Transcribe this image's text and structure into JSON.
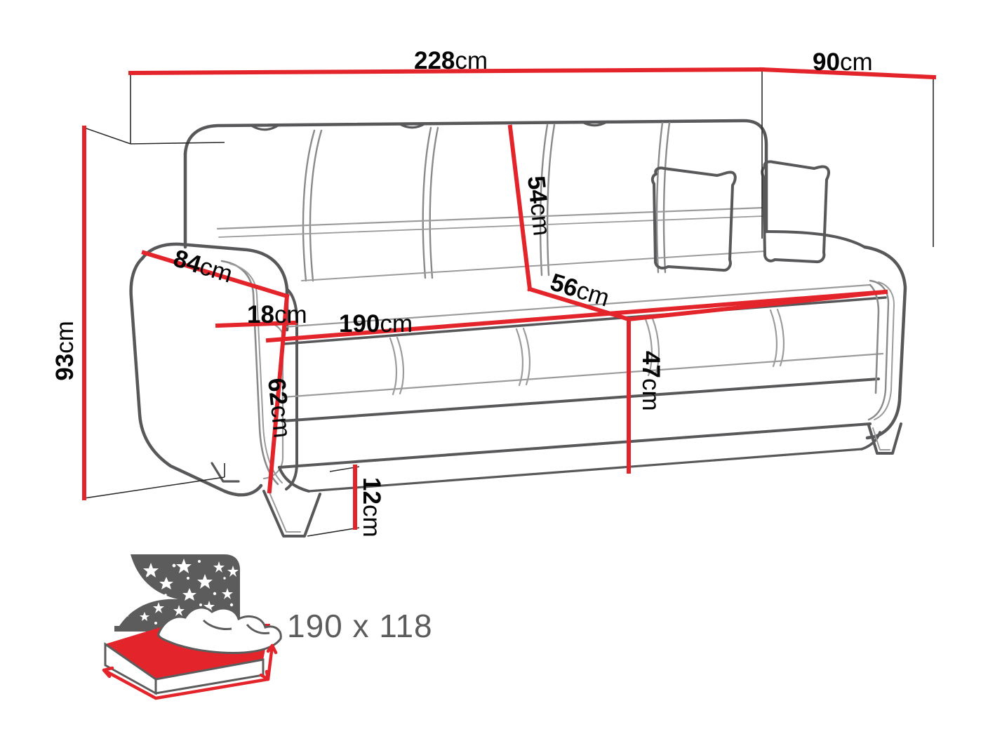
{
  "diagram": {
    "type": "furniture-dimension-drawing",
    "subject": "sofa-bed",
    "unit": "cm",
    "colors": {
      "dimension_line": "#e4242b",
      "outline_dark": "#58585a",
      "outline_light": "#8a8a8c",
      "guide_line": "#2b2b2b",
      "text": "#050505",
      "icon_gray": "#5c5c5c",
      "icon_red": "#e4242b",
      "background": "#ffffff"
    }
  },
  "dimensions": {
    "overall_width": {
      "value": "228",
      "unit": "cm",
      "name": "overall-width"
    },
    "overall_depth": {
      "value": "90",
      "unit": "cm",
      "name": "overall-depth"
    },
    "overall_height": {
      "value": "93",
      "unit": "cm",
      "name": "overall-height"
    },
    "armrest_length": {
      "value": "84",
      "unit": "cm",
      "name": "armrest-length"
    },
    "armrest_width": {
      "value": "18",
      "unit": "cm",
      "name": "armrest-width"
    },
    "armrest_depth": {
      "value": "62",
      "unit": "cm",
      "name": "armrest-depth"
    },
    "backrest_height": {
      "value": "54",
      "unit": "cm",
      "name": "backrest-height"
    },
    "seat_depth": {
      "value": "56",
      "unit": "cm",
      "name": "seat-depth"
    },
    "seat_width": {
      "value": "190",
      "unit": "cm",
      "name": "seat-width"
    },
    "seat_height": {
      "value": "47",
      "unit": "cm",
      "name": "seat-height"
    },
    "leg_height": {
      "value": "12",
      "unit": "cm",
      "name": "leg-height"
    }
  },
  "sleeping_area": {
    "label": "190 x 118",
    "icon": "bed-night-icon",
    "icon_parts": [
      "starry-sky-panel",
      "moon-swoosh",
      "duvet",
      "mattress"
    ]
  }
}
